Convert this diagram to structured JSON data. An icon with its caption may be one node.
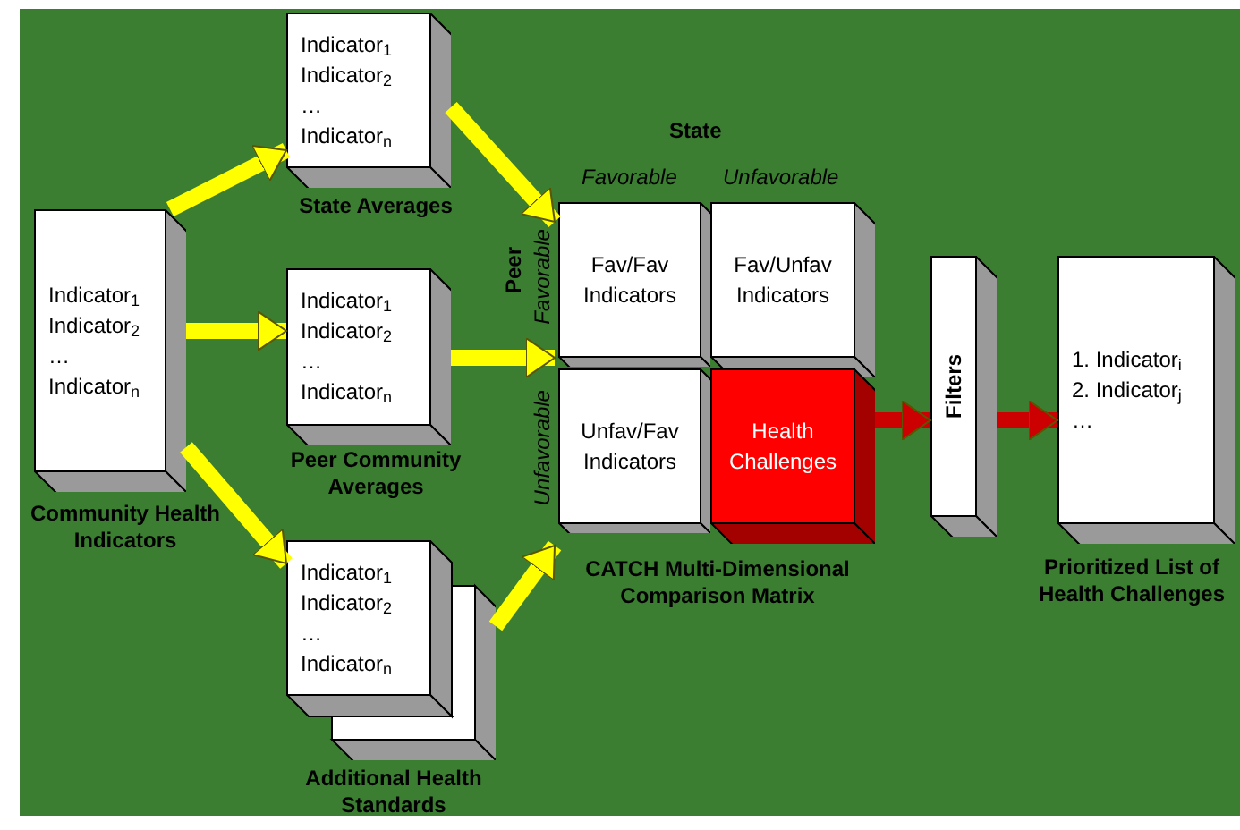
{
  "diagram": {
    "nodes": [
      {
        "text": [
          "Indicator$_{1}$ Indicator$_{2}$ … Indicator$_{n}$"
        ],
        "beside": [
          "Community Health Indicators"
        ]
      },
      {
        "text": [
          "Indicator$_{1}$ Indicator$_{2}$ … Indicator$_{n}$"
        ],
        "beside": [
          "State Averages"
        ]
      },
      {
        "text": [
          "Indicator$_{1}$ Indicator$_{2}$ … Indicator$_{n}$"
        ],
        "beside": [
          "Peer Community Averages"
        ]
      },
      {
        "text": [
          "Indicator$_{1}$ Indicator$_{2}$ … Indicator$_{n}$"
        ],
        "beside": [
          "Additional Health Standards"
        ]
      },
      {
        "text": [
          "CATCH Multi-Dimensional Comparison Matrix"
        ]
      },
      {
        "text": [
          "Fav/Fav Indicators"
        ],
        "in": 4
      },
      {
        "text": [
          "Fav/Unfav Indicators"
        ],
        "in": 4
      },
      {
        "text": [
          "Unfav/Fav Indicators"
        ],
        "in": 4
      },
      {
        "text": [
          "Health Challenges"
        ],
        "in": 4
      },
      {
        "text": [
          "Filters"
        ]
      },
      {
        "text": [
          "1. Indicator$_{i}$ 2. Indicator$_{j}$ …"
        ],
        "beside": [
          "Prioritized List of Health Challenges"
        ]
      }
    ],
    "edges": [
      {
        "from": 0,
        "to": 1,
        "arrow": "to"
      },
      {
        "from": 0,
        "to": 2,
        "arrow": "to"
      },
      {
        "from": 0,
        "to": 3,
        "arrow": "to"
      },
      {
        "from": 1,
        "to": 4,
        "arrow": "to"
      },
      {
        "from": 2,
        "to": 4,
        "arrow": "to"
      },
      {
        "from": 3,
        "to": 4,
        "arrow": "to"
      },
      {
        "from": 8,
        "to": 9,
        "arrow": "to",
        "color": "#cc0000"
      },
      {
        "from": 9,
        "to": 10,
        "arrow": "to",
        "color": "#cc0000"
      }
    ],
    "labels": [
      "State",
      "Favorable",
      "Unfavorable",
      "Peer",
      "Favorable",
      "Unfavorable"
    ]
  }
}
